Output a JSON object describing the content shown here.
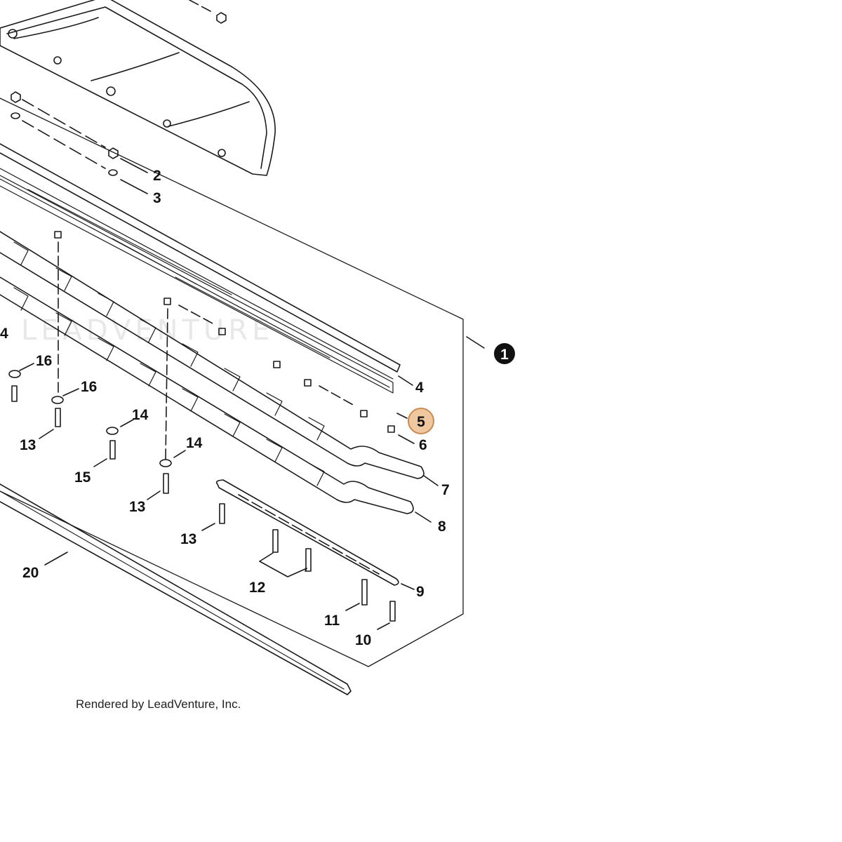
{
  "diagram": {
    "callouts": [
      {
        "id": "c1",
        "text": "1"
      },
      {
        "id": "c2",
        "text": "2"
      },
      {
        "id": "c3",
        "text": "3"
      },
      {
        "id": "c4",
        "text": "4"
      },
      {
        "id": "c5",
        "text": "5"
      },
      {
        "id": "c6",
        "text": "6"
      },
      {
        "id": "c7",
        "text": "7"
      },
      {
        "id": "c8",
        "text": "8"
      },
      {
        "id": "c9",
        "text": "9"
      },
      {
        "id": "c10",
        "text": "10"
      },
      {
        "id": "c11",
        "text": "11"
      },
      {
        "id": "c12",
        "text": "12"
      },
      {
        "id": "c13a",
        "text": "13"
      },
      {
        "id": "c13b",
        "text": "13"
      },
      {
        "id": "c13c",
        "text": "13"
      },
      {
        "id": "c14a",
        "text": "14"
      },
      {
        "id": "c14b",
        "text": "14"
      },
      {
        "id": "c14c",
        "text": "4"
      },
      {
        "id": "c15",
        "text": "15"
      },
      {
        "id": "c16a",
        "text": "16"
      },
      {
        "id": "c16b",
        "text": "16"
      },
      {
        "id": "c20",
        "text": "20"
      }
    ],
    "highlight": {
      "callout": "5",
      "color": "#f0c8a0",
      "stroke": "#c98a50"
    },
    "watermark": "LEADVENTURE",
    "footer": "Rendered by LeadVenture, Inc."
  }
}
